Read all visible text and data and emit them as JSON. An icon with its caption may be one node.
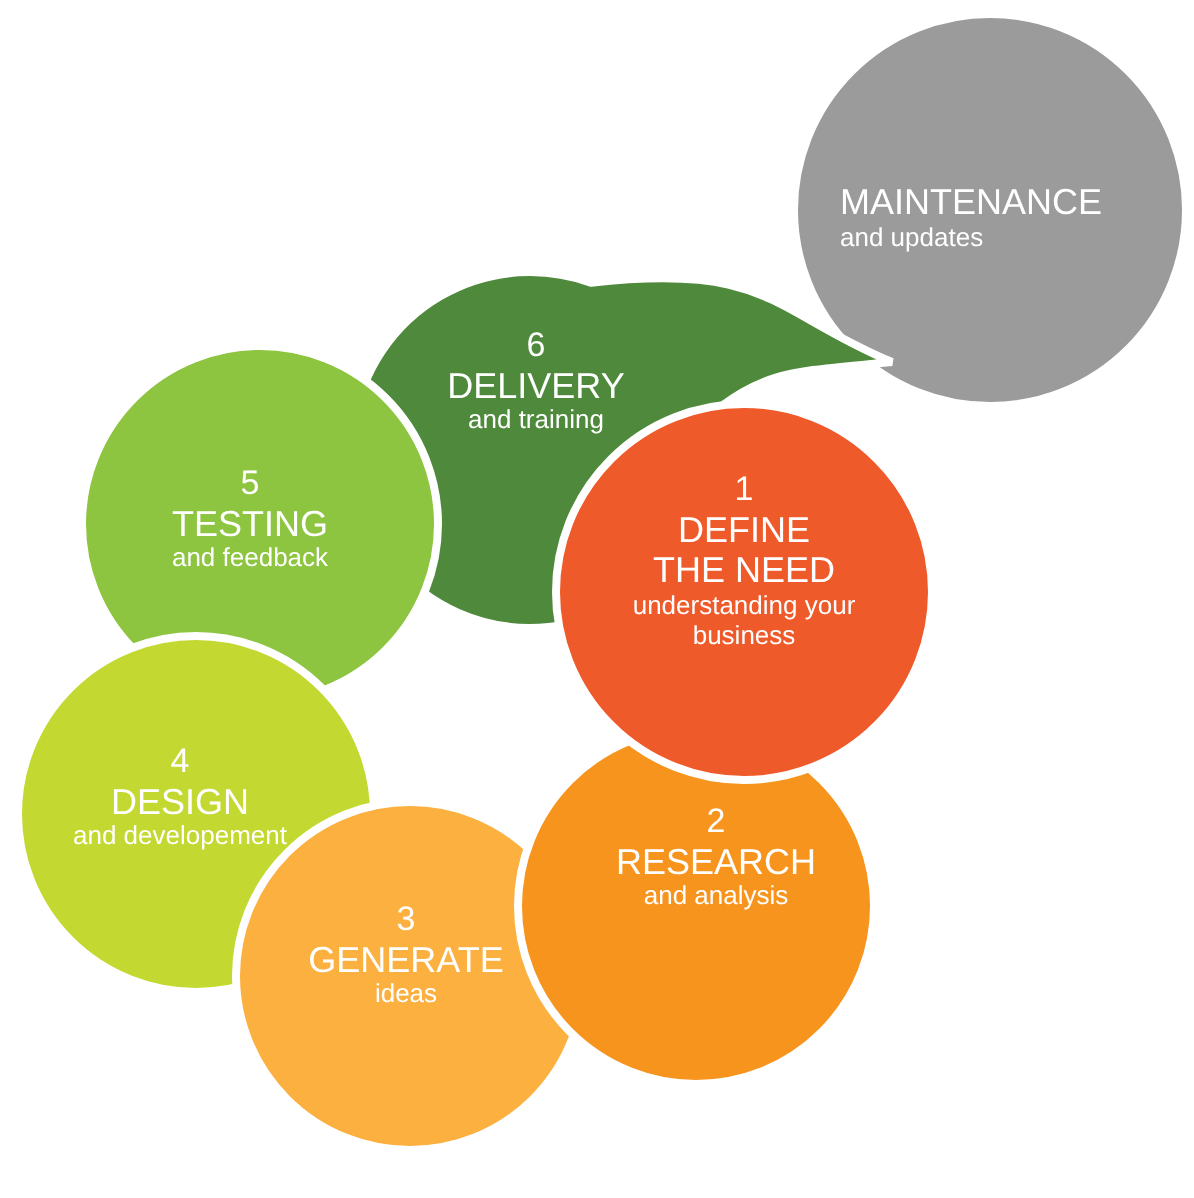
{
  "diagram": {
    "nodes": [
      {
        "text": [
          "MAINTENANCE",
          "and updates"
        ]
      },
      {
        "text": [
          "6",
          "DELIVERY",
          "and training"
        ]
      },
      {
        "text": [
          "5",
          "TESTING",
          "and feedback"
        ]
      },
      {
        "text": [
          "4",
          "DESIGN",
          "and developement"
        ]
      },
      {
        "text": [
          "3",
          "GENERATE",
          "ideas"
        ]
      },
      {
        "text": [
          "2",
          "RESEARCH",
          "and analysis"
        ]
      },
      {
        "text": [
          "1",
          "DEFINE THE NEED",
          "understanding your business"
        ]
      }
    ]
  }
}
